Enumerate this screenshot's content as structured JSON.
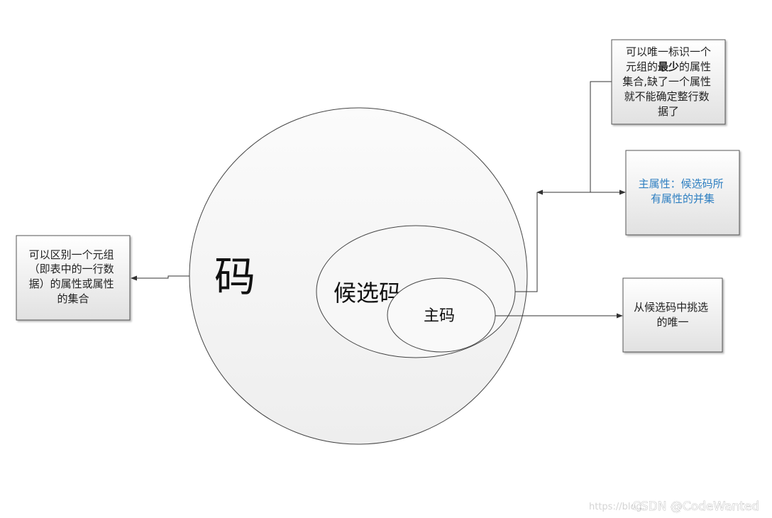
{
  "labels": {
    "ma": "码",
    "houxuanma": "候选码",
    "zhuma": "主码"
  },
  "left_box": {
    "lines": [
      "可以区别一个元组",
      "（即表中的一行数",
      "据）的属性或属性",
      "的集合"
    ]
  },
  "top_right_box": {
    "line1": "可以唯一标识一个",
    "line2_before": "元组的",
    "line2_bold": "最少",
    "line2_after": "的属性",
    "line3": "集合,缺了一个属性",
    "line4": "就不能确定整行数",
    "line5": "据了"
  },
  "middle_right_box": {
    "lines": [
      "主属性：候选码所",
      "有属性的并集"
    ]
  },
  "bottom_right_box": {
    "lines": [
      "从候选码中挑选",
      "的唯一"
    ]
  },
  "watermark": {
    "url_part": "https://blog.",
    "brand": "CSDN @CodeWanted"
  },
  "colors": {
    "blue_text": "#2e7fc1",
    "stroke": "#333333"
  }
}
